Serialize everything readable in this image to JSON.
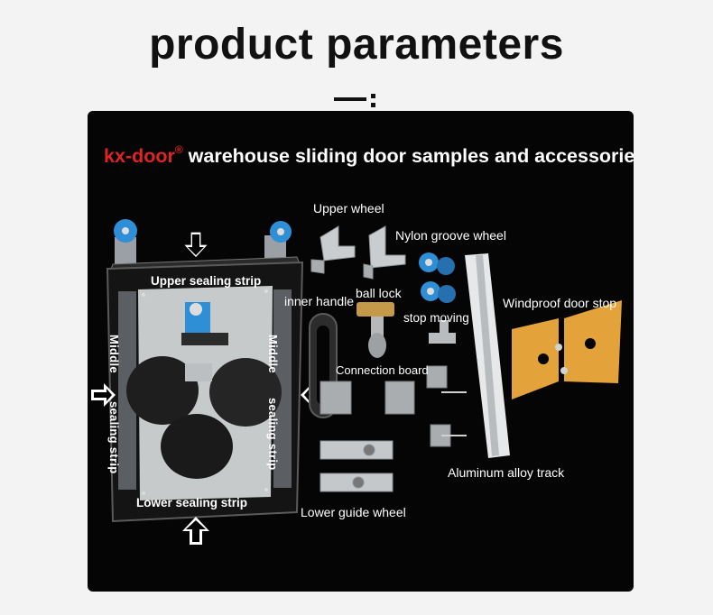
{
  "page": {
    "title": "product parameters"
  },
  "heading": {
    "brand": "kx-door",
    "registered": "®",
    "rest": "warehouse sliding door samples and accessories"
  },
  "labels": {
    "upper_sealing_strip": "Upper sealing strip",
    "lower_sealing_strip": "Lower sealing strip",
    "middle": "Middle",
    "sealing_strip": "sealing strip",
    "upper_wheel": "Upper wheel",
    "nylon_groove_wheel": "Nylon groove wheel",
    "inner_handle": "inner handle",
    "ball_lock": "ball lock",
    "stop_moving": "stop moving",
    "windproof_door_stop": "Windproof door stop",
    "connection_board": "Connection board",
    "aluminum_alloy_track": "Aluminum alloy track",
    "lower_guide_wheel": "Lower guide wheel"
  },
  "colors": {
    "brand_red": "#e02424",
    "panel_bg": "#050505",
    "wheel_blue": "#2f8fd6",
    "door_stop_orange": "#e3a23a"
  },
  "icons": [
    "arrow-down-icon",
    "arrow-right-icon",
    "arrow-left-icon",
    "arrow-up-icon"
  ]
}
